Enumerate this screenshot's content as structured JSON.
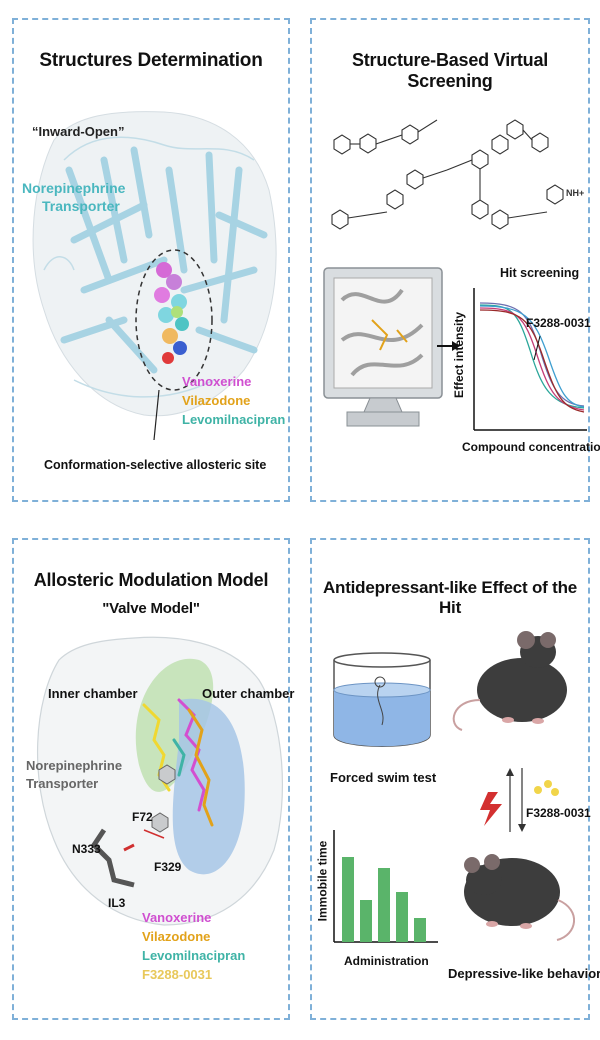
{
  "panels": {
    "p1": {
      "title": "Structures Determination",
      "state": "“Inward-Open”",
      "protein": [
        "Norepinephrine",
        "Transporter"
      ],
      "ligands": [
        "Vanoxerine",
        "Vilazodone",
        "Levomilnacipran"
      ],
      "site": "Conformation-selective allosteric site"
    },
    "p2": {
      "title": "Structure-Based Virtual Screening",
      "plot_title": "Hit screening",
      "hit": "F3288-0031",
      "ylabel": "Effect intensity",
      "xlabel": "Compound concentration",
      "nh_label": "NH+"
    },
    "p3": {
      "title": "Allosteric Modulation Model",
      "subtitle": "\"Valve Model\"",
      "inner": "Inner chamber",
      "outer": "Outer chamber",
      "protein": [
        "Norepinephrine",
        "Transporter"
      ],
      "residues": [
        "F72",
        "F329",
        "N333",
        "IL3"
      ],
      "ligands": [
        "Vanoxerine",
        "Vilazodone",
        "Levomilnacipran",
        "F3288-0031"
      ]
    },
    "p4": {
      "title": "Antidepressant-like Effect of the Hit",
      "swim": "Forced swim test",
      "compound": "F3288-0031",
      "ylabel": "Immobile time",
      "xlabel": "Administration",
      "behavior": "Depressive-like behavior"
    }
  },
  "colors": {
    "border": "#7fb0d8",
    "vanoxerine": "#d04fd0",
    "vilazodone": "#e2a21a",
    "levomilnacipran": "#3fb3a6",
    "f3288": "#e8c85a",
    "protein_label": "#4ab7bf",
    "bars": "#5ab46a"
  }
}
